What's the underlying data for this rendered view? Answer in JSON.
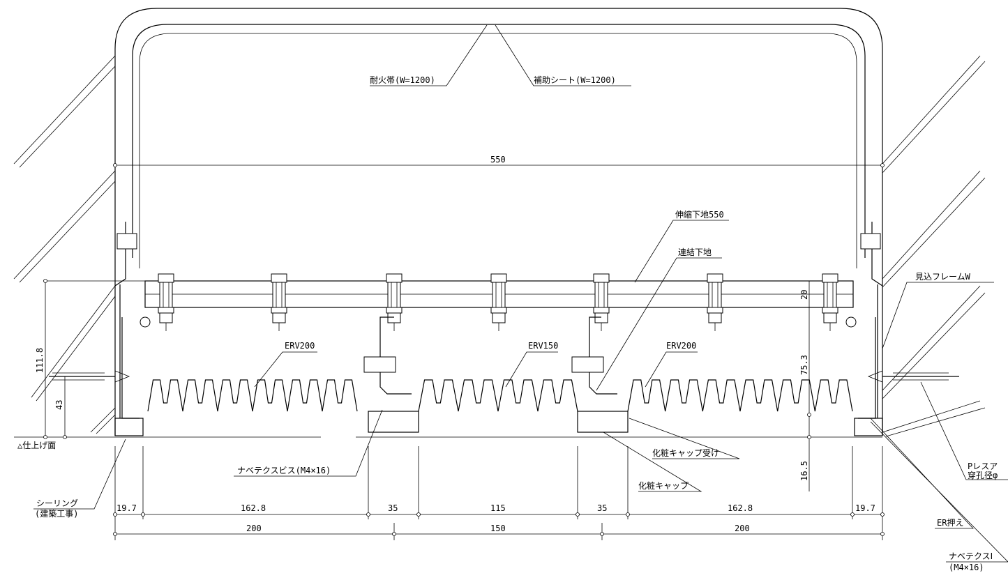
{
  "labels": {
    "fireproof_band": "耐火帯(W=1200)",
    "aux_sheet": "補助シート(W=1200)",
    "expansion_base": "伸縮下地550",
    "link_base": "連結下地",
    "frame_w": "見込フレームW",
    "erv200_left": "ERV200",
    "erv150": "ERV150",
    "erv200_right": "ERV200",
    "finish_surface": "△仕上げ面",
    "sealing": "シーリング",
    "sealing_note": "(建築工事)",
    "pan_screw": "ナベテクスビス(M4×16)",
    "cap_receiver": "化粧キャップ受け",
    "cap": "化粧キャップ",
    "plaster_1": "Pレスア",
    "plaster_2": "穿孔径φ",
    "er_press": "ER押え",
    "pan_screw_r1": "ナベテクスⅠ",
    "pan_screw_r2": "(M4×16)"
  },
  "dimensions": {
    "d550": "550",
    "d111_8": "111.8",
    "d43": "43",
    "d20": "20",
    "d75_3": "75.3",
    "d16_5": "16.5",
    "d19_7_l": "19.7",
    "d162_8_l": "162.8",
    "d35_l": "35",
    "d115": "115",
    "d35_r": "35",
    "d162_8_r": "162.8",
    "d19_7_r": "19.7",
    "d200_l": "200",
    "d150": "150",
    "d200_r": "200"
  }
}
